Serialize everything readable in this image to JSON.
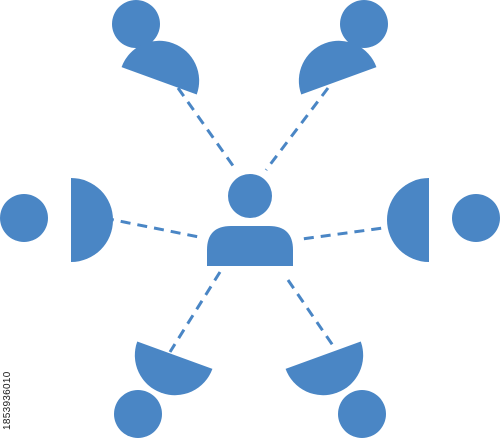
{
  "diagram": {
    "colors": {
      "figure": "#4a86c5",
      "background": "#ffffff"
    },
    "center_node": "center-person-icon",
    "nodes": [
      "person-top-left",
      "person-top-right",
      "person-left",
      "person-right",
      "person-bottom-left",
      "person-bottom-right"
    ],
    "edge_style": "dashed"
  },
  "watermark": {
    "stock_id": "1853936010"
  }
}
